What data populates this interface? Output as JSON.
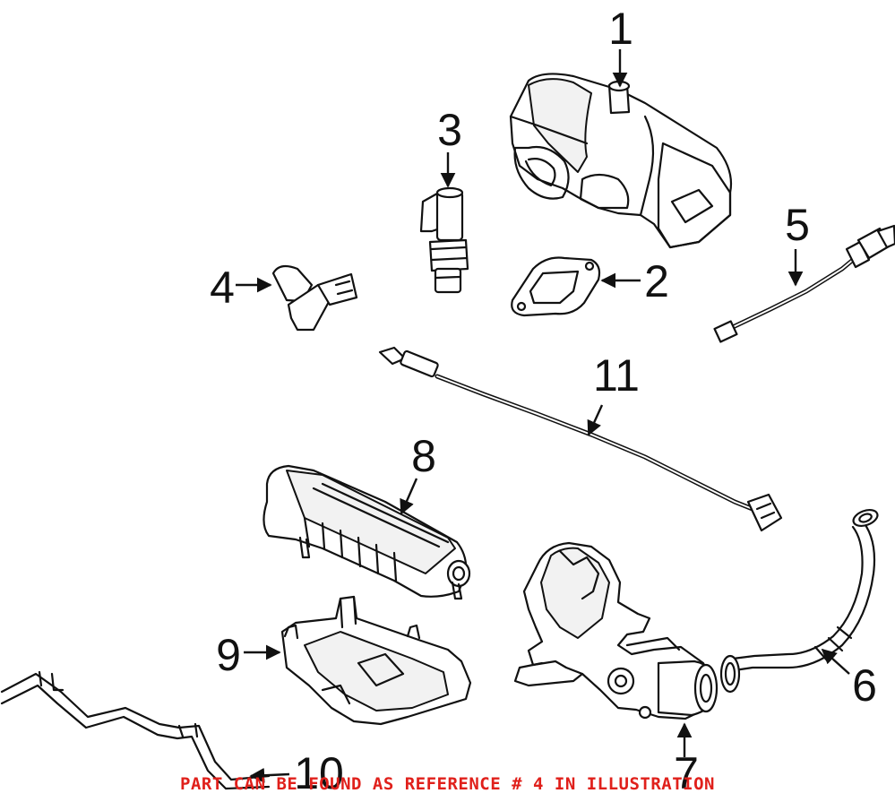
{
  "diagram": {
    "callouts": [
      "1",
      "2",
      "3",
      "4",
      "5",
      "6",
      "7",
      "8",
      "9",
      "10",
      "11"
    ],
    "footer_note": "PART CAN BE FOUND AS REFERENCE # 4 IN ILLUSTRATION",
    "colors": {
      "line": "#111111",
      "background": "#ffffff",
      "note": "#e0201b"
    }
  }
}
